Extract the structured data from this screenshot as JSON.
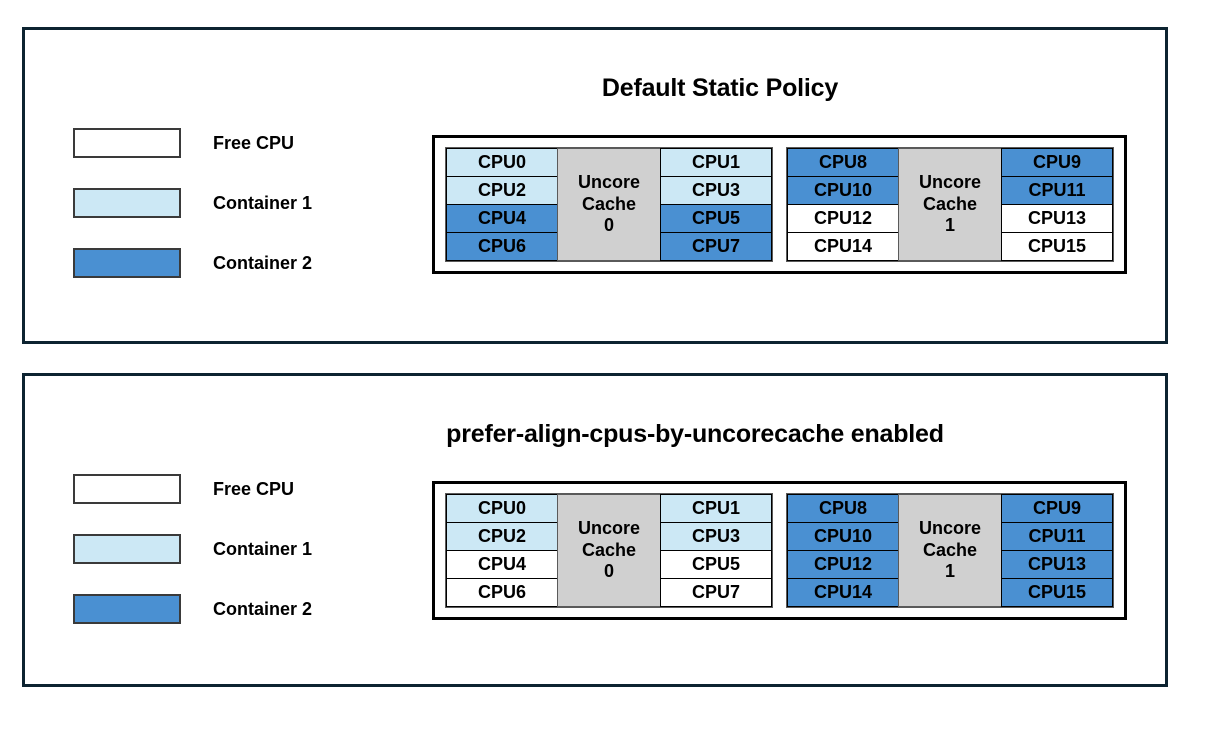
{
  "colors": {
    "free_cpu": "#ffffff",
    "container_1": "#cce8f5",
    "container_2": "#4a90d2",
    "cache_label_bg": "#d0d0d0",
    "panel_border": "#0d2331",
    "diagram_border": "#000000",
    "text": "#000000"
  },
  "legend": {
    "items": [
      {
        "label": "Free CPU",
        "fill": "#ffffff"
      },
      {
        "label": "Container 1",
        "fill": "#cce8f5"
      },
      {
        "label": "Container 2",
        "fill": "#4a90d2"
      }
    ]
  },
  "panels": [
    {
      "title": "Default Static Policy",
      "caches": [
        {
          "label_line1": "Uncore",
          "label_line2": "Cache",
          "label_line3": "0",
          "left_column": [
            {
              "name": "CPU0",
              "state": "container_1"
            },
            {
              "name": "CPU2",
              "state": "container_1"
            },
            {
              "name": "CPU4",
              "state": "container_2"
            },
            {
              "name": "CPU6",
              "state": "container_2"
            }
          ],
          "right_column": [
            {
              "name": "CPU1",
              "state": "container_1"
            },
            {
              "name": "CPU3",
              "state": "container_1"
            },
            {
              "name": "CPU5",
              "state": "container_2"
            },
            {
              "name": "CPU7",
              "state": "container_2"
            }
          ]
        },
        {
          "label_line1": "Uncore",
          "label_line2": "Cache",
          "label_line3": "1",
          "left_column": [
            {
              "name": "CPU8",
              "state": "container_2"
            },
            {
              "name": "CPU10",
              "state": "container_2"
            },
            {
              "name": "CPU12",
              "state": "free_cpu"
            },
            {
              "name": "CPU14",
              "state": "free_cpu"
            }
          ],
          "right_column": [
            {
              "name": "CPU9",
              "state": "container_2"
            },
            {
              "name": "CPU11",
              "state": "container_2"
            },
            {
              "name": "CPU13",
              "state": "free_cpu"
            },
            {
              "name": "CPU15",
              "state": "free_cpu"
            }
          ]
        }
      ]
    },
    {
      "title": "prefer-align-cpus-by-uncorecache enabled",
      "caches": [
        {
          "label_line1": "Uncore",
          "label_line2": "Cache",
          "label_line3": "0",
          "left_column": [
            {
              "name": "CPU0",
              "state": "container_1"
            },
            {
              "name": "CPU2",
              "state": "container_1"
            },
            {
              "name": "CPU4",
              "state": "free_cpu"
            },
            {
              "name": "CPU6",
              "state": "free_cpu"
            }
          ],
          "right_column": [
            {
              "name": "CPU1",
              "state": "container_1"
            },
            {
              "name": "CPU3",
              "state": "container_1"
            },
            {
              "name": "CPU5",
              "state": "free_cpu"
            },
            {
              "name": "CPU7",
              "state": "free_cpu"
            }
          ]
        },
        {
          "label_line1": "Uncore",
          "label_line2": "Cache",
          "label_line3": "1",
          "left_column": [
            {
              "name": "CPU8",
              "state": "container_2"
            },
            {
              "name": "CPU10",
              "state": "container_2"
            },
            {
              "name": "CPU12",
              "state": "container_2"
            },
            {
              "name": "CPU14",
              "state": "container_2"
            }
          ],
          "right_column": [
            {
              "name": "CPU9",
              "state": "container_2"
            },
            {
              "name": "CPU11",
              "state": "container_2"
            },
            {
              "name": "CPU13",
              "state": "container_2"
            },
            {
              "name": "CPU15",
              "state": "container_2"
            }
          ]
        }
      ]
    }
  ]
}
